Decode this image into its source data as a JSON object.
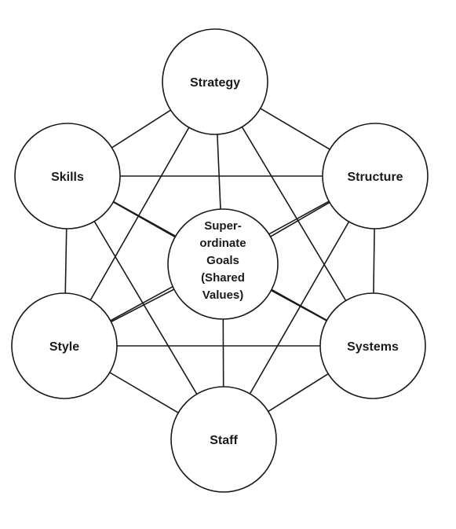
{
  "nodes": {
    "strategy": {
      "label": "Strategy"
    },
    "skills": {
      "label": "Skills"
    },
    "structure": {
      "label": "Structure"
    },
    "style": {
      "label": "Style"
    },
    "systems": {
      "label": "Systems"
    },
    "staff": {
      "label": "Staff"
    },
    "center": {
      "lines": [
        "Super-",
        "ordinate",
        "Goals",
        "(Shared",
        "Values)"
      ]
    }
  },
  "edges": [
    [
      "strategy",
      "skills"
    ],
    [
      "strategy",
      "structure"
    ],
    [
      "strategy",
      "center"
    ],
    [
      "strategy",
      "style"
    ],
    [
      "strategy",
      "systems"
    ],
    [
      "skills",
      "structure"
    ],
    [
      "skills",
      "style"
    ],
    [
      "skills",
      "center"
    ],
    [
      "skills",
      "staff"
    ],
    [
      "skills",
      "systems"
    ],
    [
      "structure",
      "center"
    ],
    [
      "structure",
      "systems"
    ],
    [
      "structure",
      "style"
    ],
    [
      "structure",
      "staff"
    ],
    [
      "style",
      "center"
    ],
    [
      "style",
      "systems"
    ],
    [
      "style",
      "staff"
    ],
    [
      "systems",
      "center"
    ],
    [
      "systems",
      "staff"
    ],
    [
      "center",
      "staff"
    ]
  ]
}
